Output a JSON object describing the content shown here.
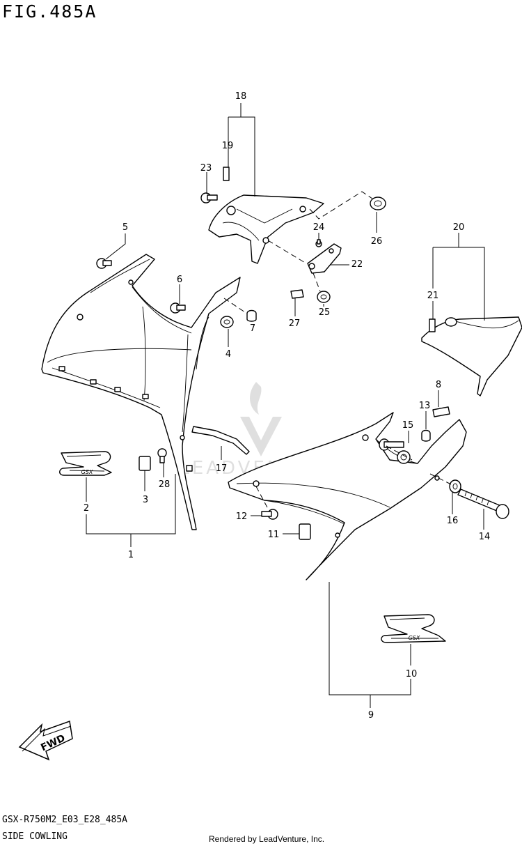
{
  "figure": {
    "title": "FIG.485A",
    "code": "GSX-R750M2_E03_E28_485A",
    "name": "SIDE COWLING",
    "rendered_by": "Rendered by LeadVenture, Inc.",
    "watermark": "LEADVENTURE",
    "direction_arrow": "FWD"
  },
  "callouts": {
    "c1": "1",
    "c2": "2",
    "c3": "3",
    "c4": "4",
    "c5": "5",
    "c6": "6",
    "c7": "7",
    "c8": "8",
    "c9": "9",
    "c10": "10",
    "c11": "11",
    "c12": "12",
    "c13": "13",
    "c14": "14",
    "c15": "15",
    "c16": "16",
    "c17": "17",
    "c18": "18",
    "c19": "19",
    "c20": "20",
    "c21": "21",
    "c22": "22",
    "c23": "23",
    "c24": "24",
    "c25": "25",
    "c26": "26",
    "c27": "27",
    "c28": "28"
  },
  "emblem_text": "GSX"
}
